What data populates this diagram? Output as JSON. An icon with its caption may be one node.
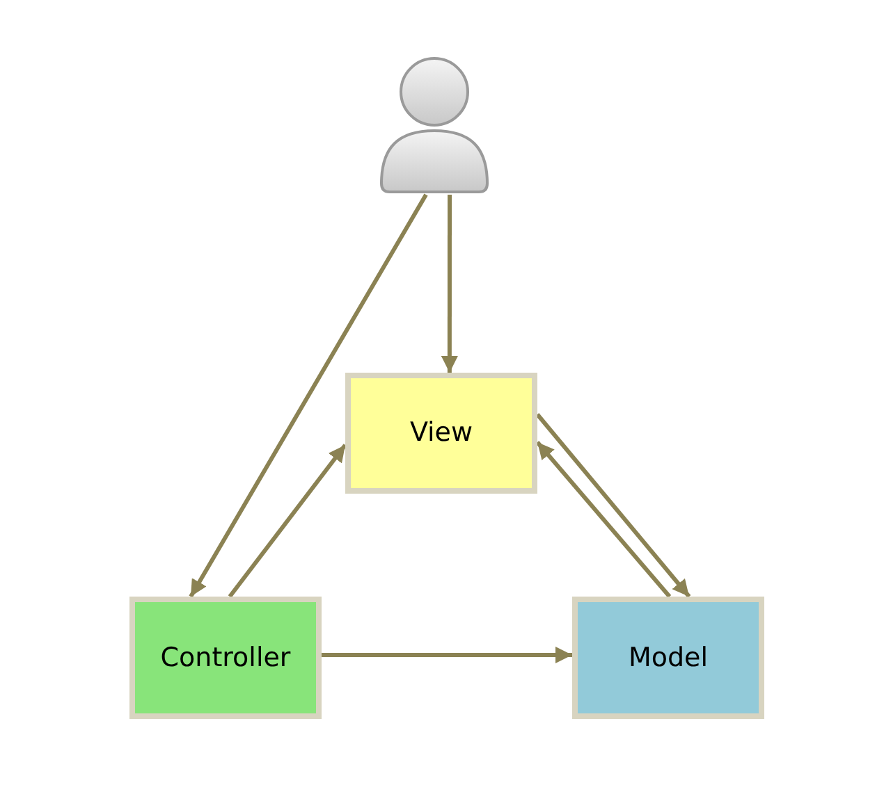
{
  "diagram": {
    "nodes": [
      {
        "text": [],
        "shape": "person"
      },
      {
        "text": [
          "View"
        ]
      },
      {
        "text": [
          "Controller"
        ]
      },
      {
        "text": [
          "Model"
        ]
      }
    ],
    "edges": [
      {
        "from": 0,
        "to": 1,
        "arrow": "to"
      },
      {
        "from": 0,
        "to": 2,
        "arrow": "to"
      },
      {
        "from": 2,
        "to": 1,
        "arrow": "to"
      },
      {
        "from": 1,
        "to": 3,
        "arrow": "to"
      },
      {
        "from": 3,
        "to": 1,
        "arrow": "to"
      },
      {
        "from": 2,
        "to": 3,
        "arrow": "to"
      }
    ]
  }
}
